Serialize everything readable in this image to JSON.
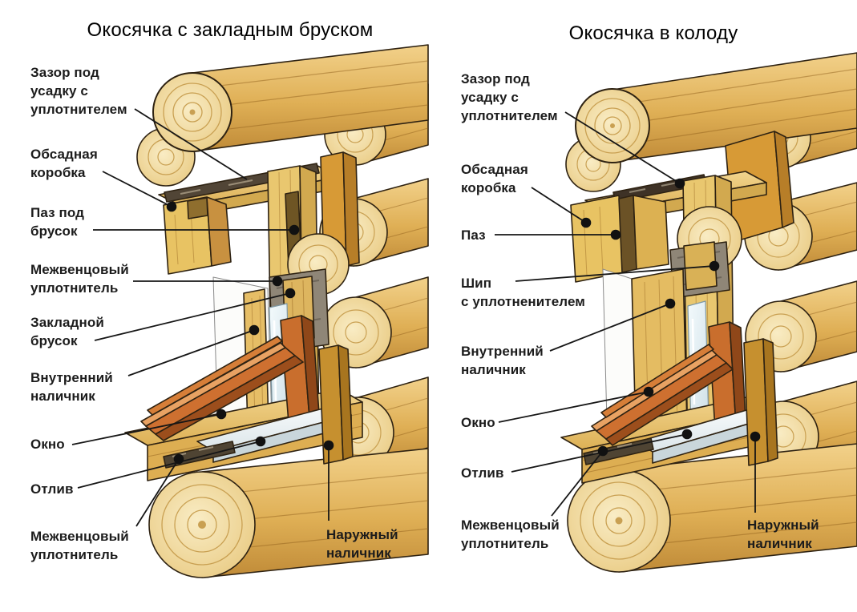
{
  "page": {
    "background": "#ffffff",
    "text_color": "#1c1c1c"
  },
  "colors": {
    "log_wood": "#DFAF55",
    "log_wood_light": "#F0CE84",
    "log_end_grain": "#F1D695",
    "growth_rings": "#C9A052",
    "casing_plank": "#E8C363",
    "outer_trim_mustard": "#C6902F",
    "window_frame_orange": "#CE7030",
    "glass_pane": "#DCE9EF",
    "sill_flashing_white": "#EFF4F6",
    "sealant_dark": "#4F4433",
    "sealant_gray": "#8F8677",
    "outline": "#2E2212",
    "leader_line": "#161616"
  },
  "diagrams": [
    {
      "title": "Окосячка с закладным бруском",
      "labels": [
        {
          "text": "Зазор под\nусадку с\nуплотнителем"
        },
        {
          "text": "Обсадная\nкоробка"
        },
        {
          "text": "Паз под\nбрусок"
        },
        {
          "text": "Межвенцовый\nуплотнитель"
        },
        {
          "text": "Закладной\nбрусок"
        },
        {
          "text": "Внутренний\nналичник"
        },
        {
          "text": "Окно"
        },
        {
          "text": "Отлив"
        },
        {
          "text": "Межвенцовый\nуплотнитель"
        },
        {
          "text": "Наружный\nналичник"
        }
      ]
    },
    {
      "title": "Окосячка в колоду",
      "labels": [
        {
          "text": "Зазор под\nусадку с\nуплотнителем"
        },
        {
          "text": "Обсадная\nкоробка"
        },
        {
          "text": "Паз"
        },
        {
          "text": "Шип\nс уплотненителем"
        },
        {
          "text": "Внутренний\nналичник"
        },
        {
          "text": "Окно"
        },
        {
          "text": "Отлив"
        },
        {
          "text": "Межвенцовый\nуплотнитель"
        },
        {
          "text": "Наружный\nналичник"
        }
      ]
    }
  ]
}
